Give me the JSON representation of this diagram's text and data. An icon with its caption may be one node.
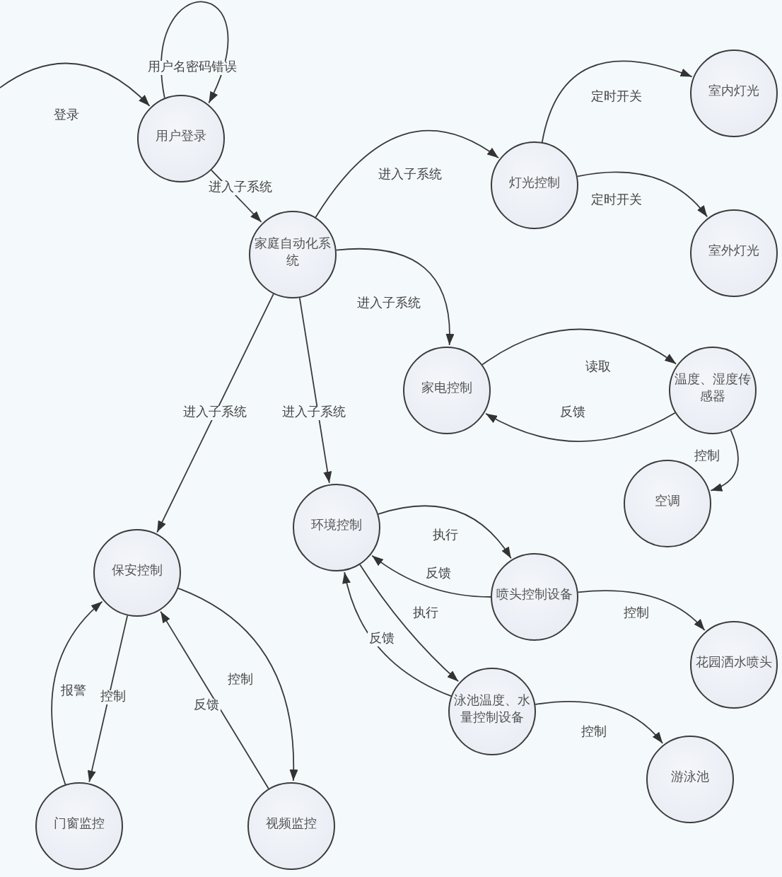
{
  "diagram": {
    "nodes": [
      {
        "text": [
          "用户登录"
        ]
      },
      {
        "text": [
          "家庭自动化系统"
        ]
      },
      {
        "text": [
          "灯光控制"
        ]
      },
      {
        "text": [
          "室内灯光"
        ]
      },
      {
        "text": [
          "室外灯光"
        ]
      },
      {
        "text": [
          "家电控制"
        ]
      },
      {
        "text": [
          "温度、湿度传感器"
        ]
      },
      {
        "text": [
          "空调"
        ]
      },
      {
        "text": [
          "环境控制"
        ]
      },
      {
        "text": [
          "喷头控制设备"
        ]
      },
      {
        "text": [
          "花园洒水喷头"
        ]
      },
      {
        "text": [
          "泳池温度、水量控制设备"
        ]
      },
      {
        "text": [
          "游泳池"
        ]
      },
      {
        "text": [
          "保安控制"
        ]
      },
      {
        "text": [
          "门窗监控"
        ]
      },
      {
        "text": [
          "视频监控"
        ]
      }
    ],
    "edges": [
      {
        "from": null,
        "to": 0,
        "arrow": "to",
        "label": "登录"
      },
      {
        "from": 0,
        "to": 0,
        "arrow": "to",
        "label": "用户名密码错误"
      },
      {
        "from": 0,
        "to": 1,
        "arrow": "to",
        "label": "进入子系统"
      },
      {
        "from": 1,
        "to": 2,
        "arrow": "to",
        "label": "进入子系统"
      },
      {
        "from": 2,
        "to": 3,
        "arrow": "to",
        "label": "定时开关"
      },
      {
        "from": 2,
        "to": 4,
        "arrow": "to",
        "label": "定时开关"
      },
      {
        "from": 1,
        "to": 5,
        "arrow": "to",
        "label": "进入子系统"
      },
      {
        "from": 5,
        "to": 6,
        "arrow": "to",
        "label": "读取"
      },
      {
        "from": 6,
        "to": 5,
        "arrow": "to",
        "label": "反馈"
      },
      {
        "from": 6,
        "to": 7,
        "arrow": "to",
        "label": "控制"
      },
      {
        "from": 1,
        "to": 13,
        "arrow": "to",
        "label": "进入子系统"
      },
      {
        "from": 1,
        "to": 8,
        "arrow": "to",
        "label": "进入子系统"
      },
      {
        "from": 8,
        "to": 9,
        "arrow": "to",
        "label": "执行"
      },
      {
        "from": 9,
        "to": 8,
        "arrow": "to",
        "label": "反馈"
      },
      {
        "from": 8,
        "to": 11,
        "arrow": "to",
        "label": "执行"
      },
      {
        "from": 11,
        "to": 8,
        "arrow": "to",
        "label": "反馈"
      },
      {
        "from": 9,
        "to": 10,
        "arrow": "to",
        "label": "控制"
      },
      {
        "from": 11,
        "to": 12,
        "arrow": "to",
        "label": "控制"
      },
      {
        "from": 14,
        "to": 13,
        "arrow": "to",
        "label": "报警"
      },
      {
        "from": 13,
        "to": 14,
        "arrow": "to",
        "label": "控制"
      },
      {
        "from": 15,
        "to": 13,
        "arrow": "to",
        "label": "反馈"
      },
      {
        "from": 13,
        "to": 15,
        "arrow": "to",
        "label": "控制"
      }
    ]
  }
}
